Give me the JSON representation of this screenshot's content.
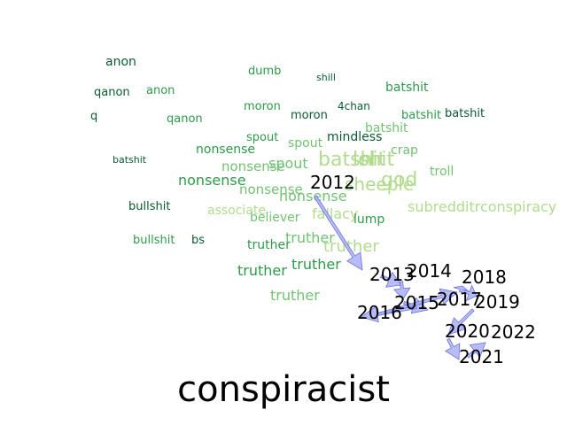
{
  "title": "conspiracist",
  "colors": {
    "dark": "#0b5b32",
    "mid": "#2e9a4a",
    "light": "#72c273",
    "pale": "#b1dc8e",
    "arrow_fill": "#aab0f5",
    "arrow_stroke": "#6c74e0",
    "year_text": "#000000"
  },
  "words": [
    {
      "text": "anon",
      "tone": "dark"
    },
    {
      "text": "qanon",
      "tone": "dark"
    },
    {
      "text": "anon",
      "tone": "mid"
    },
    {
      "text": "q",
      "tone": "dark"
    },
    {
      "text": "qanon",
      "tone": "mid"
    },
    {
      "text": "dumb",
      "tone": "mid"
    },
    {
      "text": "shill",
      "tone": "dark"
    },
    {
      "text": "batshit",
      "tone": "mid"
    },
    {
      "text": "moron",
      "tone": "mid"
    },
    {
      "text": "moron",
      "tone": "dark"
    },
    {
      "text": "4chan",
      "tone": "dark"
    },
    {
      "text": "batshit",
      "tone": "mid"
    },
    {
      "text": "batshit",
      "tone": "dark"
    },
    {
      "text": "batshit",
      "tone": "light"
    },
    {
      "text": "spout",
      "tone": "mid"
    },
    {
      "text": "mindless",
      "tone": "dark"
    },
    {
      "text": "spout",
      "tone": "light"
    },
    {
      "text": "batshit",
      "tone": "dark"
    },
    {
      "text": "nonsense",
      "tone": "mid"
    },
    {
      "text": "crap",
      "tone": "light"
    },
    {
      "text": "batshit",
      "tone": "pale"
    },
    {
      "text": "lol",
      "tone": "pale"
    },
    {
      "text": "shit",
      "tone": "pale"
    },
    {
      "text": "nonsense",
      "tone": "light"
    },
    {
      "text": "spout",
      "tone": "light"
    },
    {
      "text": "troll",
      "tone": "light"
    },
    {
      "text": "god",
      "tone": "pale"
    },
    {
      "text": "nonsense",
      "tone": "mid"
    },
    {
      "text": "sheeple",
      "tone": "pale"
    },
    {
      "text": "nonsense",
      "tone": "light"
    },
    {
      "text": "nonsense",
      "tone": "light"
    },
    {
      "text": "bullshit",
      "tone": "dark"
    },
    {
      "text": "associate",
      "tone": "pale"
    },
    {
      "text": "fallacy",
      "tone": "pale"
    },
    {
      "text": "believer",
      "tone": "light"
    },
    {
      "text": "lump",
      "tone": "mid"
    },
    {
      "text": "subredditrconspiracy",
      "tone": "pale"
    },
    {
      "text": "bullshit",
      "tone": "mid"
    },
    {
      "text": "bs",
      "tone": "dark"
    },
    {
      "text": "truther",
      "tone": "mid"
    },
    {
      "text": "truther",
      "tone": "light"
    },
    {
      "text": "truther",
      "tone": "pale"
    },
    {
      "text": "truther",
      "tone": "mid"
    },
    {
      "text": "truther",
      "tone": "mid"
    },
    {
      "text": "truther",
      "tone": "light"
    }
  ],
  "years": [
    "2012",
    "2013",
    "2014",
    "2015",
    "2016",
    "2017",
    "2018",
    "2019",
    "2020",
    "2021",
    "2022"
  ]
}
